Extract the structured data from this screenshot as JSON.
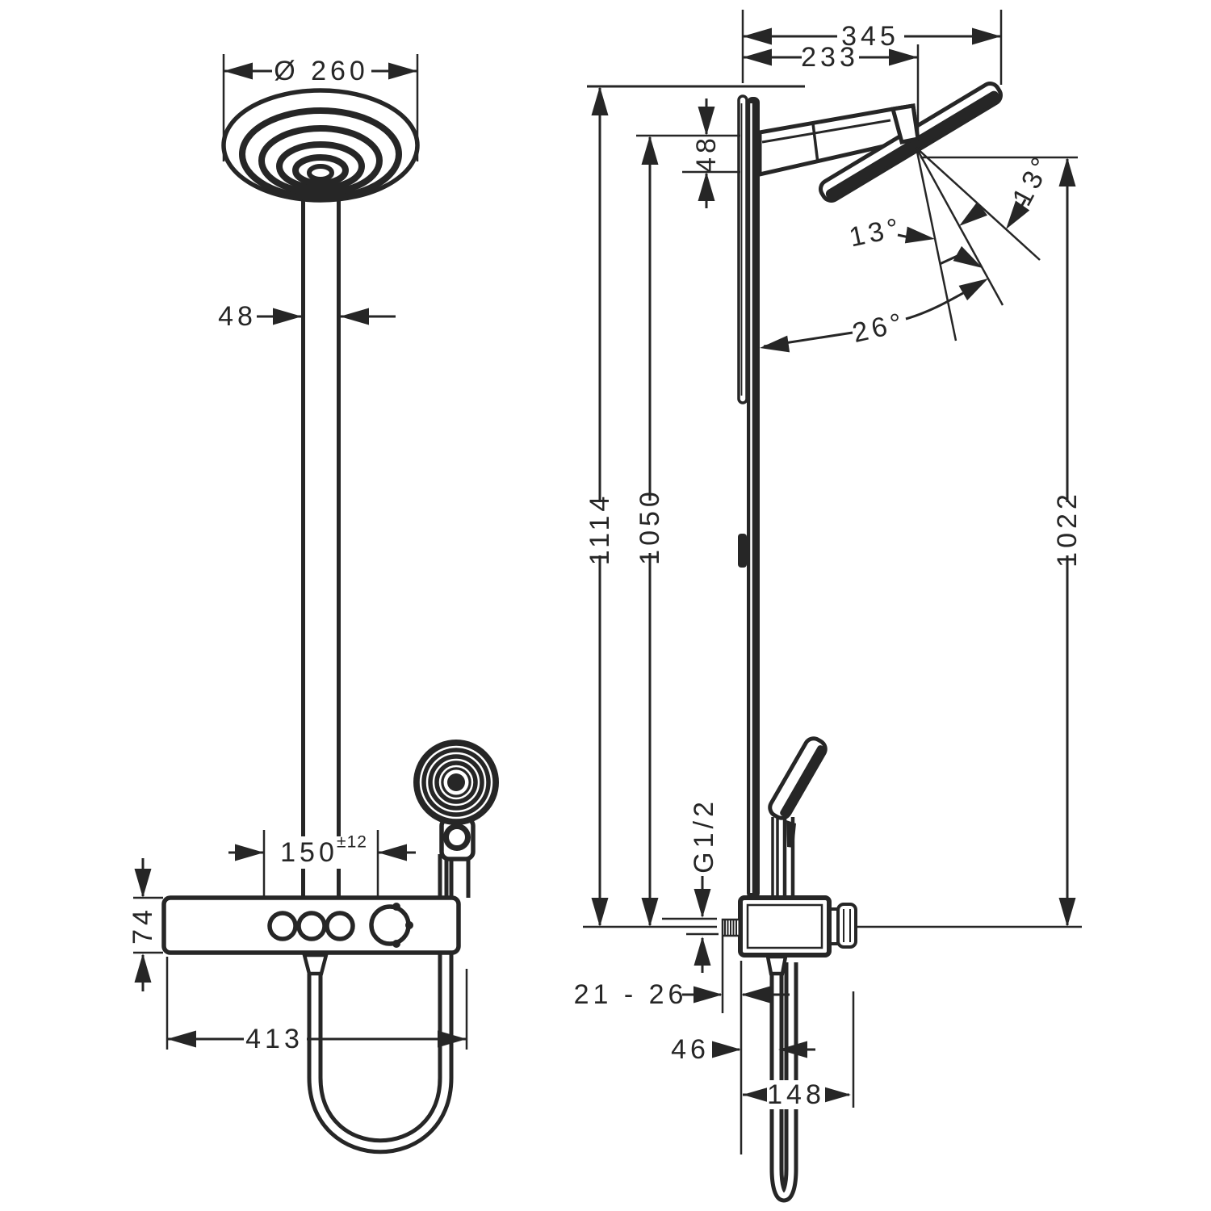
{
  "title": "Shower pipe technical dimension drawing",
  "colors": {
    "ink": "#262626",
    "paper": "#ffffff"
  },
  "dims": {
    "head_diameter": "Ø 260",
    "pipe_width": "48",
    "inlet_spacing": "150",
    "inlet_tolerance": "±12",
    "valve_height": "74",
    "valve_width": "413",
    "reach_total": "345",
    "reach_arm": "233",
    "arm_height": "48",
    "height_total": "1114",
    "height_bar": "1050",
    "height_head": "1022",
    "tilt_upper": "13°",
    "tilt_lower": "13°",
    "tilt_range": "26°",
    "thread_size": "G1/2",
    "wall_clearance": "21 - 26",
    "hose_offset": "46",
    "bottom_reach": "148"
  }
}
